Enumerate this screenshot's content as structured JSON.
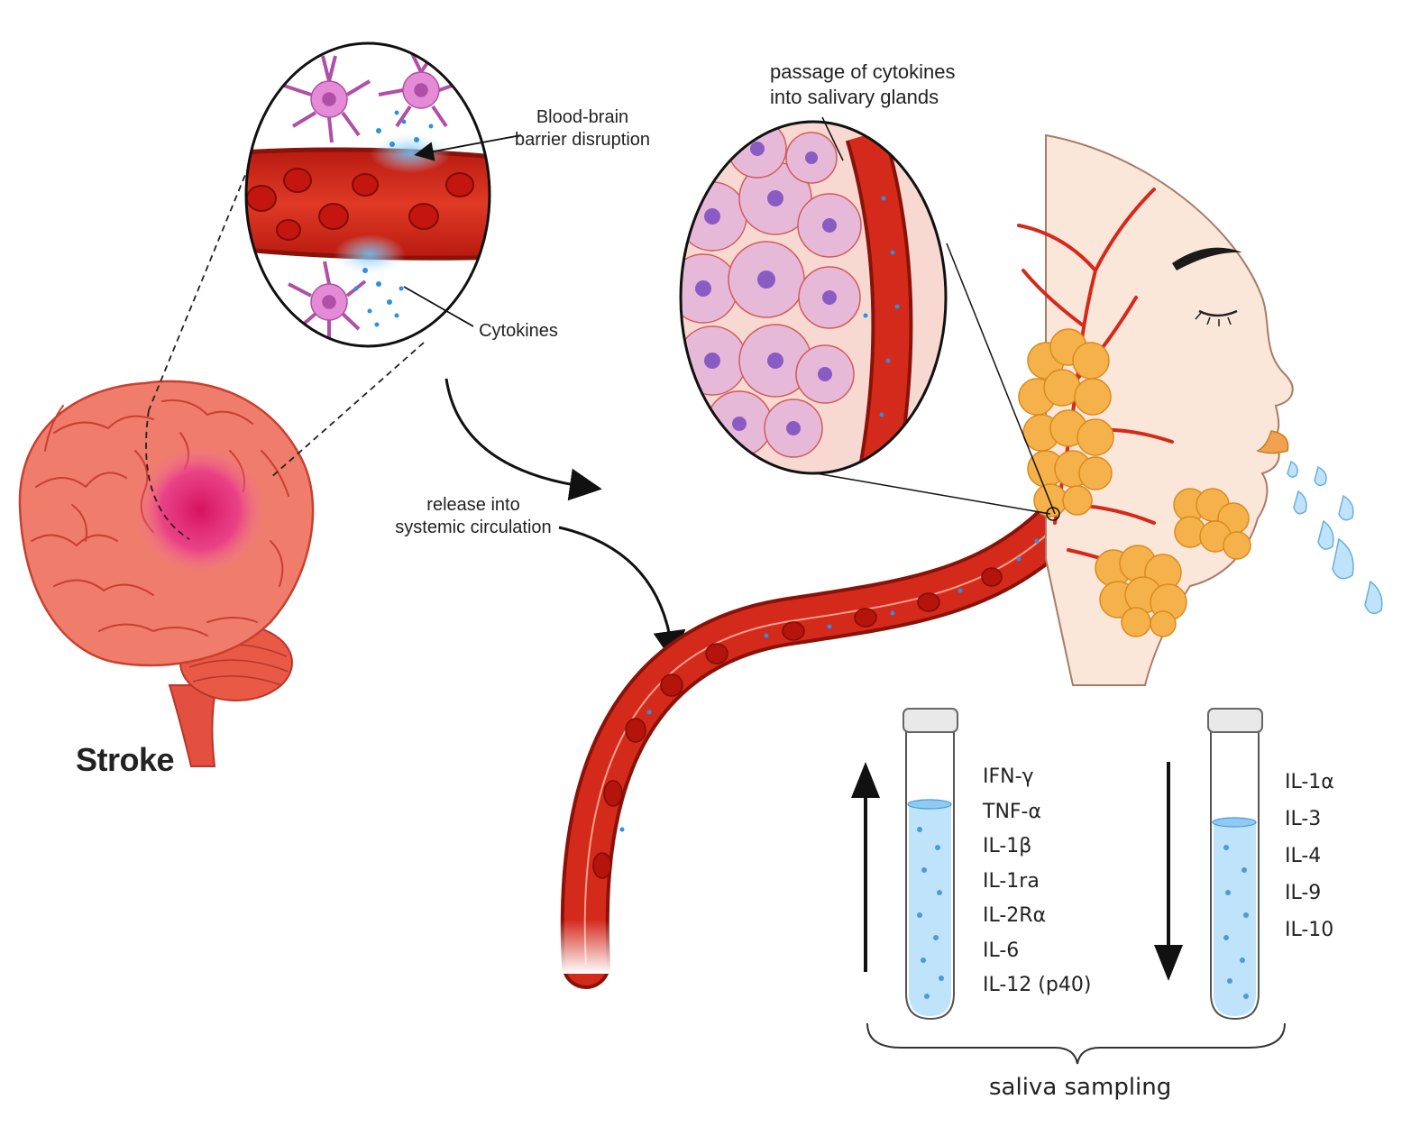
{
  "labels": {
    "bbb_line1": "Blood-brain",
    "bbb_line2": "barrier disruption",
    "cytokines": "Cytokines",
    "release_line1": "release into",
    "release_line2": "systemic circulation",
    "passage_line1": "passage of cytokines",
    "passage_line2": "into salivary glands",
    "stroke": "Stroke",
    "saliva": "saliva sampling"
  },
  "increased_cytokines": [
    "IFN-γ",
    "TNF-α",
    "IL-1β",
    "IL-1ra",
    "IL-2Rα",
    "IL-6",
    "IL-12 (p40)"
  ],
  "decreased_cytokines": [
    "IL-1α",
    "IL-3",
    "IL-4",
    "IL-9",
    "IL-10"
  ],
  "colors": {
    "vessel": "#d42a1c",
    "vessel_dark": "#a5170f",
    "brain": "#f07c6c",
    "lesion": "#e0206a",
    "microglia": "#e48ad6",
    "cytokine": "#2f8fe0",
    "gland": "#f6b24a",
    "skin": "#fbe6da",
    "saliva_fluid": "#bfe3fb"
  }
}
